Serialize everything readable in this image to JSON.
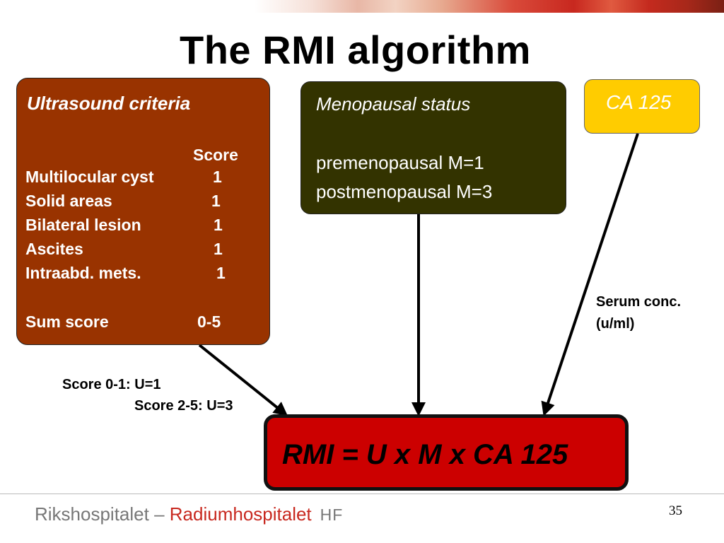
{
  "slide": {
    "title": "The RMI algorithm",
    "page_number": "35"
  },
  "ultrasound": {
    "heading": "Ultrasound criteria",
    "score_header": "Score",
    "criteria": [
      {
        "label": "Multilocular cyst",
        "score": "1"
      },
      {
        "label": "Solid areas",
        "score": "1"
      },
      {
        "label": "Bilateral lesion",
        "score": "1"
      },
      {
        "label": "Ascites",
        "score": "1"
      },
      {
        "label": "Intraabd. mets.",
        "score": "1"
      }
    ],
    "sum_label": "Sum score",
    "sum_value": "0-5",
    "color": "#993300"
  },
  "menopause": {
    "heading": "Menopausal status",
    "lines": [
      "premenopausal M=1",
      "postmenopausal M=3"
    ],
    "color": "#333300"
  },
  "ca125": {
    "heading": "CA 125",
    "color": "#ffcc00"
  },
  "rmi": {
    "formula": "RMI = U x M x CA 125",
    "color": "#cc0000"
  },
  "annotations": {
    "score_low": "Score 0-1: U=1",
    "score_high": "Score 2-5: U=3",
    "serum_line1": "Serum conc.",
    "serum_line2": "(u/ml)"
  },
  "footer": {
    "part1": "Rikshospitalet – ",
    "part2": "Radiumhospitalet",
    "part3": "HF"
  }
}
